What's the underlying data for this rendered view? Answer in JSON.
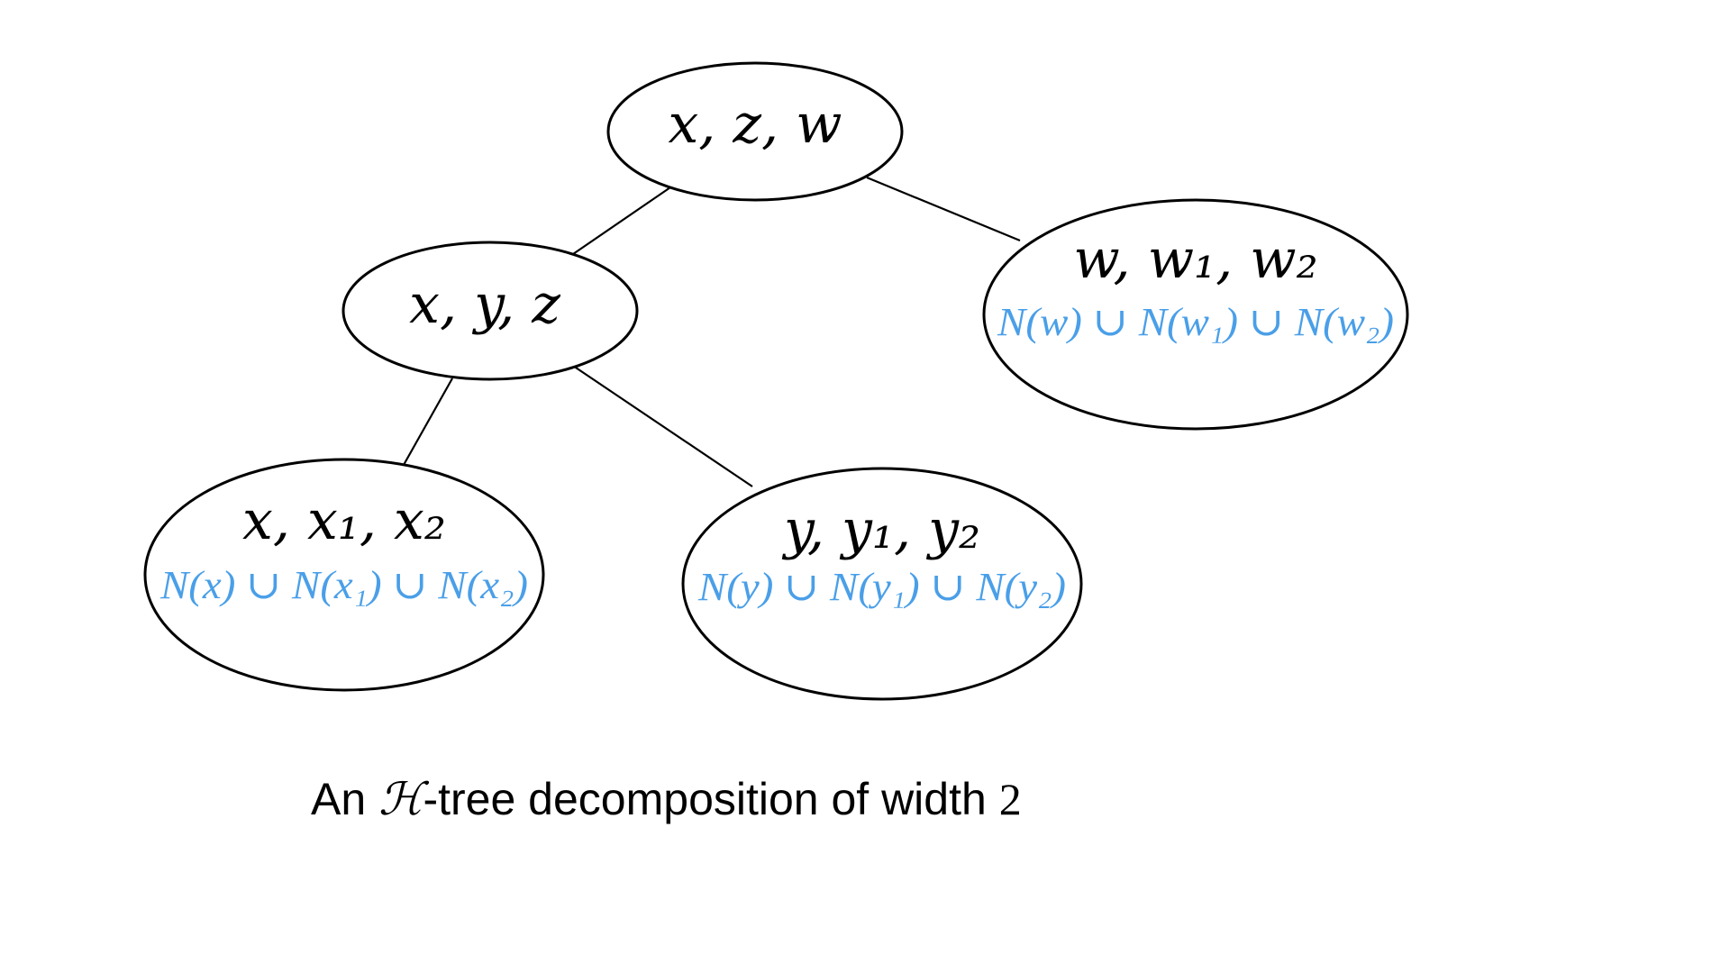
{
  "nodes": {
    "root": {
      "label": "x, z, w",
      "neighborhood": ""
    },
    "mid": {
      "label": "x, y, z",
      "neighborhood": ""
    },
    "right": {
      "label": "w, w₁, w₂",
      "neighborhood": "N(w) ∪ N(w₁) ∪ N(w₂)"
    },
    "left_leaf": {
      "label": "x, x₁, x₂",
      "neighborhood": "N(x) ∪ N(x₁) ∪ N(x₂)"
    },
    "mid_leaf": {
      "label": "y, y₁, y₂",
      "neighborhood": "N(y) ∪ N(y₁) ∪ N(y₂)"
    }
  },
  "edges": [
    [
      "root",
      "mid"
    ],
    [
      "root",
      "right"
    ],
    [
      "mid",
      "left_leaf"
    ],
    [
      "mid",
      "mid_leaf"
    ]
  ],
  "caption": {
    "prefix": "An ",
    "symbol": "ℋ",
    "middle": "-tree decomposition of width ",
    "width_value": "2"
  },
  "colors": {
    "outline": "#000000",
    "neighborhood_text": "#4a9fe8"
  }
}
